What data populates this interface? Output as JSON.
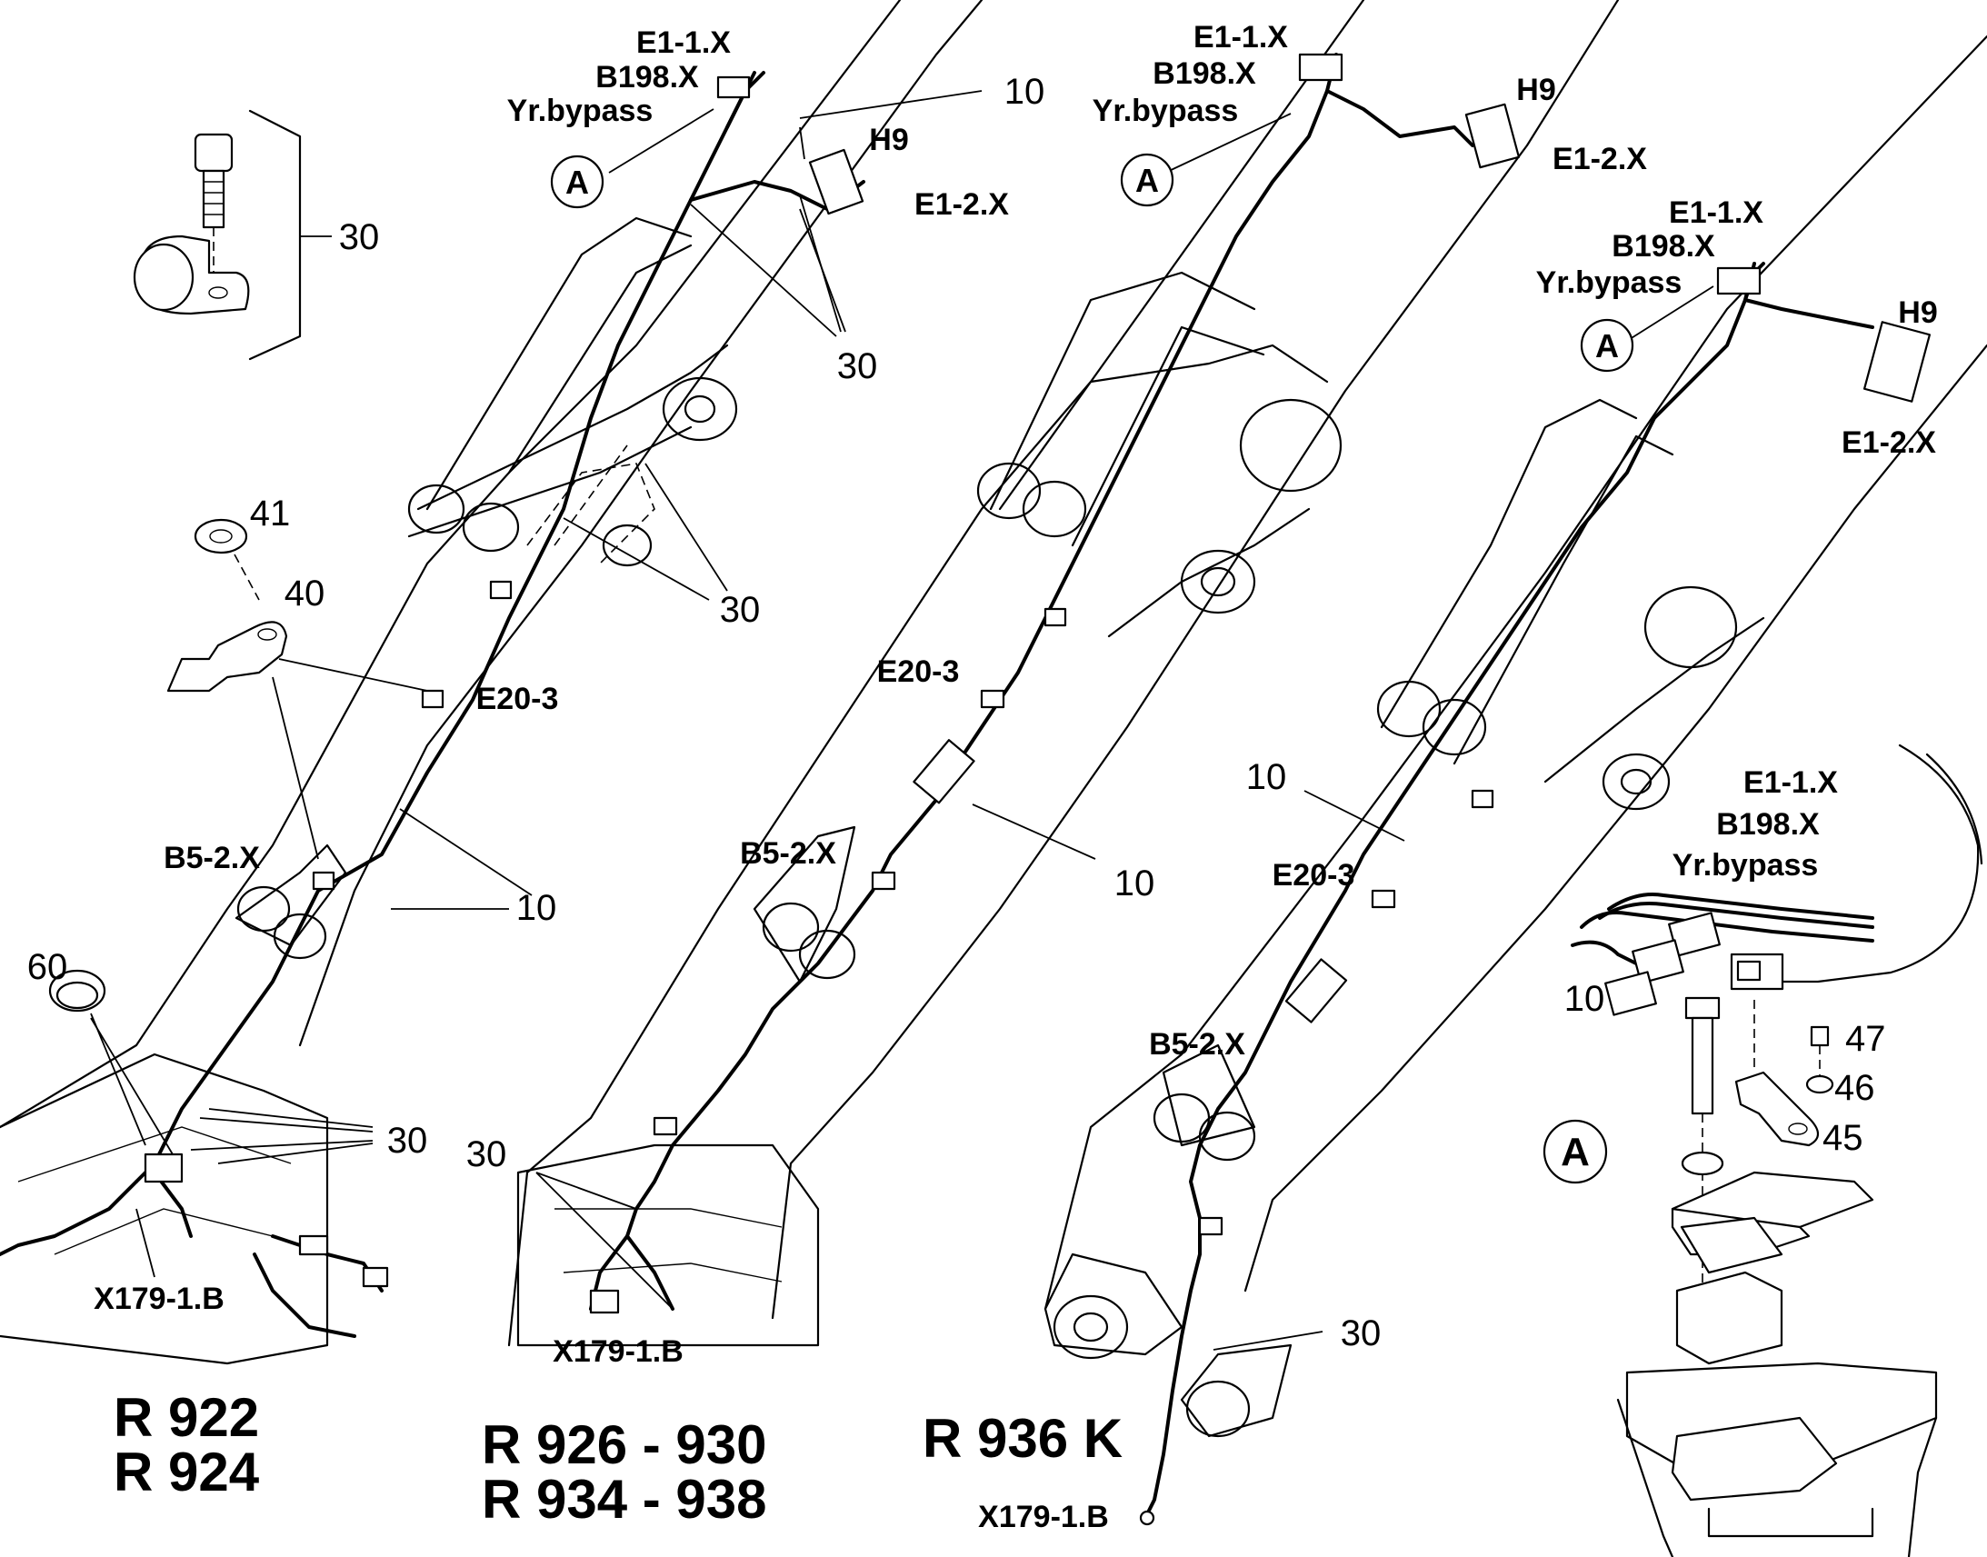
{
  "labels": {
    "e1_1x": "E1-1.X",
    "b198x": "B198.X",
    "yr_bypass": "Yr.bypass",
    "h9": "H9",
    "e1_2x": "E1-2.X",
    "e20_3": "E20-3",
    "b5_2x": "B5-2.X",
    "x179_1b": "X179-1.B",
    "callout_a": "A"
  },
  "numbers": {
    "n10": "10",
    "n30": "30",
    "n40": "40",
    "n41": "41",
    "n45": "45",
    "n46": "46",
    "n47": "47",
    "n60": "60"
  },
  "models": {
    "left_1": "R 922",
    "left_2": "R 924",
    "middle_1": "R 926 - 930",
    "middle_2": "R 934 - 938",
    "right_1": "R 936 K"
  }
}
